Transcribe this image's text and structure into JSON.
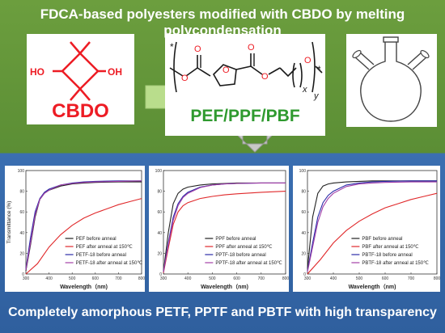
{
  "title": "FDCA-based polyesters modified with CBDO by melting polycondensation",
  "footer": "Completely amorphous PETF, PPTF and PBTF with high transparency",
  "cbdo": {
    "label": "CBDO",
    "ho": "HO",
    "oh": "OH"
  },
  "polymer": {
    "label": "PEF/PPF/PBF",
    "star": "*",
    "o": "O",
    "x": "x",
    "y": "y"
  },
  "colors": {
    "top_bg": "#5b8e35",
    "bottom_bg": "#2f5f9e",
    "bond_red": "#ed1c24",
    "arrow": "#b9dd8c",
    "arrow_down": "#c0c0c0"
  },
  "chart_data": [
    {
      "type": "line",
      "ylabel": "Transmittance (%)",
      "xlabel": "Wavelength（nm)",
      "xlim": [
        300,
        800
      ],
      "ylim": [
        0,
        100
      ],
      "xticks": [
        "300",
        "400",
        "500",
        "600",
        "700",
        "800"
      ],
      "yticks": [
        "0",
        "20",
        "40",
        "60",
        "80",
        "100"
      ],
      "legend_position": "bottom-right",
      "series": [
        {
          "name": "PEF before anneal",
          "color": "#222222",
          "x": [
            300,
            320,
            340,
            360,
            380,
            400,
            450,
            500,
            550,
            600,
            700,
            800
          ],
          "y": [
            3,
            28,
            55,
            72,
            78,
            81,
            85,
            87,
            88,
            88.5,
            89,
            89
          ]
        },
        {
          "name": "PEF after anneal at 150℃",
          "color": "#e0282a",
          "x": [
            300,
            350,
            400,
            450,
            500,
            550,
            600,
            650,
            700,
            750,
            800
          ],
          "y": [
            0,
            10,
            26,
            38,
            47,
            54,
            59,
            63,
            67,
            70,
            73
          ]
        },
        {
          "name": "PETF-18 before anneal",
          "color": "#2a2aa8",
          "x": [
            300,
            320,
            340,
            360,
            380,
            400,
            450,
            500,
            550,
            600,
            700,
            800
          ],
          "y": [
            5,
            35,
            60,
            73,
            79,
            82,
            86,
            88,
            89,
            89.5,
            90,
            90
          ]
        },
        {
          "name": "PETF-18 after anneal at 150℃",
          "color": "#a23fa7",
          "x": [
            300,
            320,
            340,
            360,
            380,
            400,
            450,
            500,
            550,
            600,
            700,
            800
          ],
          "y": [
            4,
            30,
            57,
            72,
            78,
            81,
            86,
            87.5,
            88.5,
            89,
            89.5,
            90
          ]
        }
      ]
    },
    {
      "type": "line",
      "ylabel": "",
      "xlabel": "Wavelength（nm)",
      "xlim": [
        300,
        800
      ],
      "ylim": [
        0,
        100
      ],
      "xticks": [
        "300",
        "400",
        "500",
        "600",
        "700",
        "800"
      ],
      "yticks": [
        "0",
        "20",
        "40",
        "60",
        "80",
        "100"
      ],
      "legend_position": "bottom-right",
      "series": [
        {
          "name": "PPF before anneal",
          "color": "#222222",
          "x": [
            300,
            320,
            340,
            360,
            380,
            400,
            450,
            500,
            550,
            600,
            700,
            800
          ],
          "y": [
            2,
            40,
            68,
            78,
            82,
            84,
            86,
            87,
            87.5,
            88,
            88,
            88
          ]
        },
        {
          "name": "PPF after anneal at 150℃",
          "color": "#e0282a",
          "x": [
            300,
            320,
            340,
            360,
            380,
            400,
            450,
            500,
            550,
            600,
            700,
            800
          ],
          "y": [
            1,
            25,
            48,
            60,
            66,
            69,
            73,
            75,
            76.5,
            77.5,
            79,
            80
          ]
        },
        {
          "name": "PPTF-18 before anneal",
          "color": "#2a2aa8",
          "x": [
            300,
            320,
            340,
            360,
            380,
            400,
            450,
            500,
            550,
            600,
            700,
            800
          ],
          "y": [
            2,
            30,
            55,
            68,
            75,
            79,
            84,
            86,
            87,
            87.5,
            88,
            88
          ]
        },
        {
          "name": "PPTF-18 after anneal at 150℃",
          "color": "#a23fa7",
          "x": [
            300,
            320,
            340,
            360,
            380,
            400,
            450,
            500,
            550,
            600,
            700,
            800
          ],
          "y": [
            2,
            28,
            52,
            66,
            74,
            78,
            83.5,
            86,
            87,
            87.5,
            88,
            88
          ]
        }
      ]
    },
    {
      "type": "line",
      "ylabel": "",
      "xlabel": "Wavelength（nm)",
      "xlim": [
        300,
        800
      ],
      "ylim": [
        0,
        100
      ],
      "xticks": [
        "300",
        "400",
        "500",
        "600",
        "700",
        "800"
      ],
      "yticks": [
        "0",
        "20",
        "40",
        "60",
        "80",
        "100"
      ],
      "legend_position": "bottom-right",
      "series": [
        {
          "name": "PBF before anneal",
          "color": "#222222",
          "x": [
            300,
            320,
            340,
            360,
            380,
            400,
            450,
            500,
            550,
            600,
            700,
            800
          ],
          "y": [
            5,
            55,
            78,
            85,
            87,
            88,
            89,
            89.5,
            90,
            90,
            90,
            90
          ]
        },
        {
          "name": "PBF after anneal at 150℃",
          "color": "#e0282a",
          "x": [
            300,
            350,
            400,
            450,
            500,
            550,
            600,
            650,
            700,
            750,
            800
          ],
          "y": [
            0,
            14,
            30,
            42,
            51,
            58,
            64,
            68,
            72,
            75,
            78
          ]
        },
        {
          "name": "PBTF-18 before anneal",
          "color": "#2a2aa8",
          "x": [
            300,
            320,
            340,
            360,
            380,
            400,
            450,
            500,
            550,
            600,
            700,
            800
          ],
          "y": [
            3,
            30,
            55,
            69,
            76,
            80,
            86,
            88,
            89,
            89.5,
            90,
            90
          ]
        },
        {
          "name": "PBTF-18 after anneal at 150℃",
          "color": "#a23fa7",
          "x": [
            300,
            320,
            340,
            360,
            380,
            400,
            450,
            500,
            550,
            600,
            700,
            800
          ],
          "y": [
            2,
            26,
            50,
            65,
            73,
            78,
            84.5,
            87,
            88,
            88.5,
            89,
            89
          ]
        }
      ]
    }
  ]
}
